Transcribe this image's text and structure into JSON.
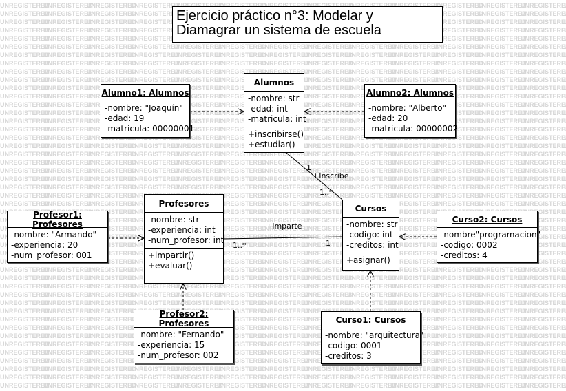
{
  "title": "Ejercicio práctico n°3: Modelar y Diamagrar un sistema de escuela",
  "watermark": "UNREGISTERED",
  "boxes": {
    "alumnos": {
      "name": "Alumnos",
      "attributes": [
        "-nombre: str",
        "-edad: int",
        "-matricula: int"
      ],
      "methods": [
        "+inscribirse()",
        "+estudiar()"
      ]
    },
    "alumno1": {
      "name": "Alumno1: Alumnos",
      "attributes": [
        "-nombre: \"Joaquín\"",
        "-edad: 19",
        "-matricula: 00000001"
      ]
    },
    "alumno2": {
      "name": "Alumno2: Alumnos",
      "attributes": [
        "-nombre: \"Alberto\"",
        "-edad: 20",
        "-matricula: 00000002"
      ]
    },
    "profesores": {
      "name": "Profesores",
      "attributes": [
        "-nombre: str",
        "-experiencia: int",
        "-num_profesor: int"
      ],
      "methods": [
        "+impartir()",
        "+evaluar()"
      ]
    },
    "profesor1": {
      "name": "Profesor1: Profesores",
      "attributes": [
        "-nombre: \"Armando\"",
        "-experiencia: 20",
        "-num_profesor: 001"
      ]
    },
    "profesor2": {
      "name": "Profesor2: Profesores",
      "attributes": [
        "-nombre: \"Fernando\"",
        "-experiencia: 15",
        "-num_profesor: 002"
      ]
    },
    "cursos": {
      "name": "Cursos",
      "attributes": [
        "-nombre: str",
        "-codigo: int",
        "-creditos: int"
      ],
      "methods": [
        "+asignar()"
      ]
    },
    "curso1": {
      "name": "Curso1: Cursos",
      "attributes": [
        "-nombre: \"arquitectura\"",
        "-codigo: 0001",
        "-creditos: 3"
      ]
    },
    "curso2": {
      "name": "Curso2: Cursos",
      "attributes": [
        "-nombre\"programacion\"",
        "-codigo: 0002",
        "-creditos: 4"
      ]
    }
  },
  "associations": {
    "inscribe": {
      "label": "+Inscribe",
      "source_multiplicity": "1",
      "target_multiplicity": "1..*"
    },
    "imparte": {
      "label": "+Imparte",
      "source_multiplicity": "1..*",
      "target_multiplicity": "1"
    }
  }
}
